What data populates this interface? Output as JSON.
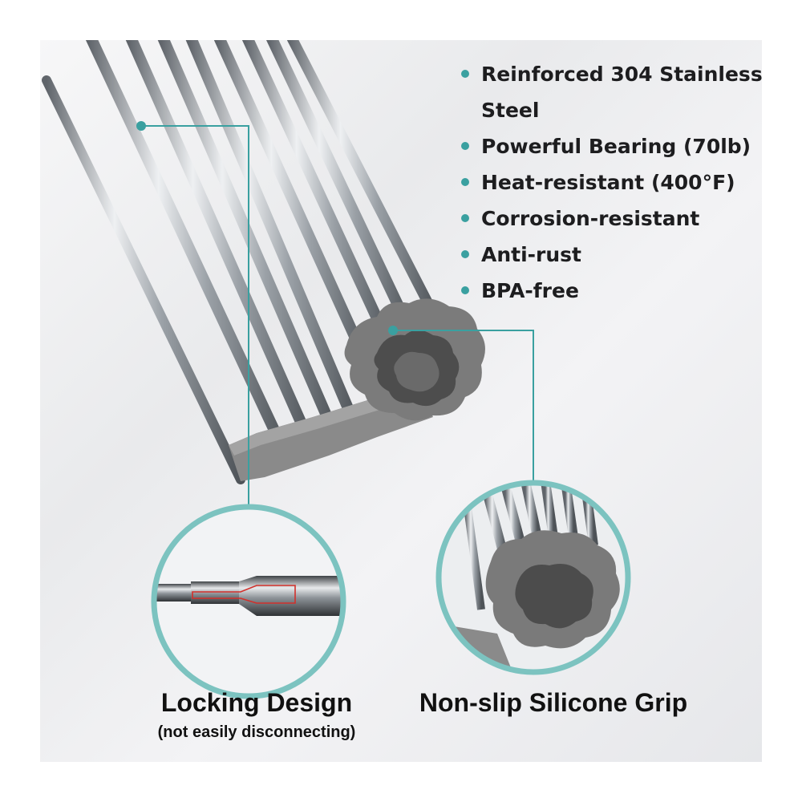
{
  "features": [
    "Reinforced 304 Stainless Steel",
    "Powerful Bearing (70lb)",
    "Heat-resistant (400°F)",
    "Corrosion-resistant",
    "Anti-rust",
    "BPA-free"
  ],
  "callouts": {
    "locking_title": "Locking Design",
    "locking_subtitle": "(not easily disconnecting)",
    "grip_title": "Non-slip Silicone Grip"
  },
  "colors": {
    "accent": "#3aa0a0",
    "silicone": "#808080",
    "steel": "#c8ccd0",
    "text": "#1d1d1f"
  }
}
